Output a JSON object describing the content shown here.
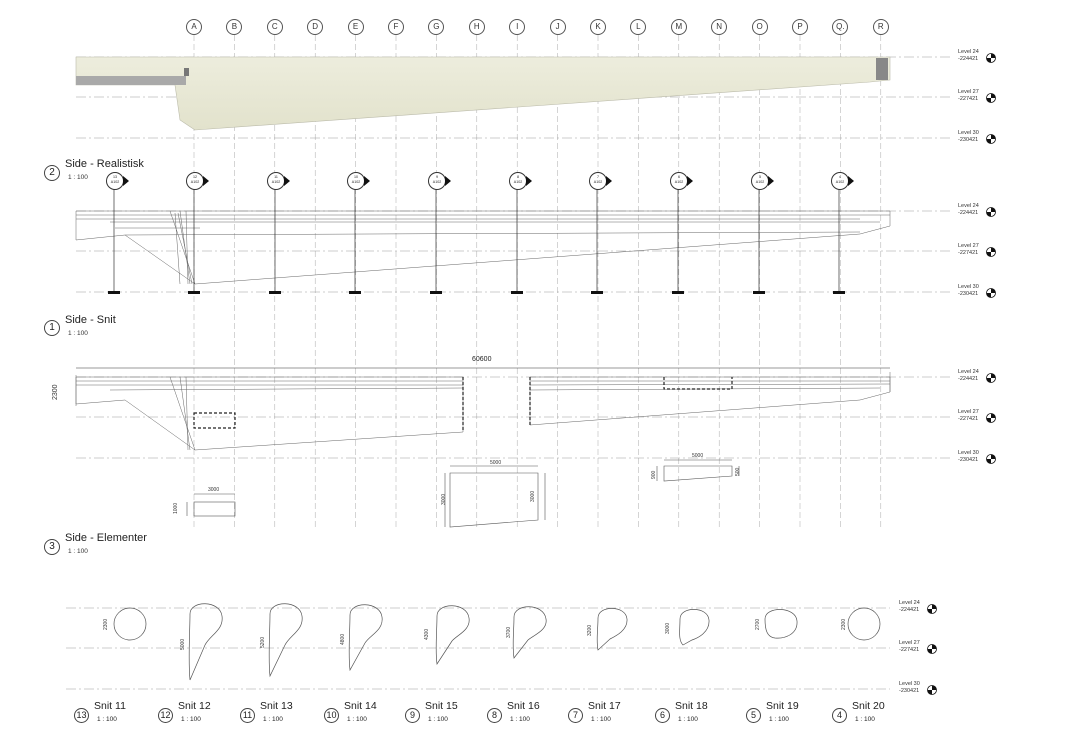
{
  "grid_labels": [
    "A",
    "B",
    "C",
    "D",
    "E",
    "F",
    "G",
    "H",
    "I",
    "J",
    "K",
    "L",
    "M",
    "N",
    "O",
    "P",
    "Q.",
    "R"
  ],
  "levels": [
    {
      "name": "Level 24",
      "elev": "-224421"
    },
    {
      "name": "Level 27",
      "elev": "-227421"
    },
    {
      "name": "Level 30",
      "elev": "-230421"
    }
  ],
  "views": [
    {
      "num": "2",
      "title": "Side - Realistisk",
      "scale": "1 : 100"
    },
    {
      "num": "1",
      "title": "Side - Snit",
      "scale": "1 : 100"
    },
    {
      "num": "3",
      "title": "Side - Elementer",
      "scale": "1 : 100"
    }
  ],
  "section_markers": [
    {
      "num": "13",
      "ref": "A102"
    },
    {
      "num": "12",
      "ref": "A102"
    },
    {
      "num": "11",
      "ref": "A102"
    },
    {
      "num": "10",
      "ref": "A102"
    },
    {
      "num": "9",
      "ref": "A102"
    },
    {
      "num": "8",
      "ref": "A102"
    },
    {
      "num": "7",
      "ref": "A102"
    },
    {
      "num": "6",
      "ref": "A102"
    },
    {
      "num": "5",
      "ref": "A102"
    },
    {
      "num": "4",
      "ref": "A102"
    }
  ],
  "dimensions": {
    "overall_length": "60600",
    "height": "2300",
    "el1_width": "3000",
    "el1_height": "1000",
    "el2_width": "5000",
    "el2_left": "3000",
    "el2_right": "3000",
    "el3_width": "5000",
    "el3_left": "900",
    "el3_right": "500"
  },
  "snits": [
    {
      "num": "13",
      "title": "Snit 11",
      "scale": "1 : 100",
      "dim": "2300"
    },
    {
      "num": "12",
      "title": "Snit 12",
      "scale": "1 : 100",
      "dim": "5000"
    },
    {
      "num": "11",
      "title": "Snit 13",
      "scale": "1 : 100",
      "dim": "5200"
    },
    {
      "num": "10",
      "title": "Snit 14",
      "scale": "1 : 100",
      "dim": "4800"
    },
    {
      "num": "9",
      "title": "Snit 15",
      "scale": "1 : 100",
      "dim": "4300"
    },
    {
      "num": "8",
      "title": "Snit 16",
      "scale": "1 : 100",
      "dim": "3700"
    },
    {
      "num": "7",
      "title": "Snit 17",
      "scale": "1 : 100",
      "dim": "3200"
    },
    {
      "num": "6",
      "title": "Snit 18",
      "scale": "1 : 100",
      "dim": "3000"
    },
    {
      "num": "5",
      "title": "Snit 19",
      "scale": "1 : 100",
      "dim": "2700"
    },
    {
      "num": "4",
      "title": "Snit 20",
      "scale": "1 : 100",
      "dim": "2300"
    }
  ],
  "colors": {
    "concrete_fill": "#e6e6d4",
    "line": "#555555",
    "accent": "#111111"
  }
}
